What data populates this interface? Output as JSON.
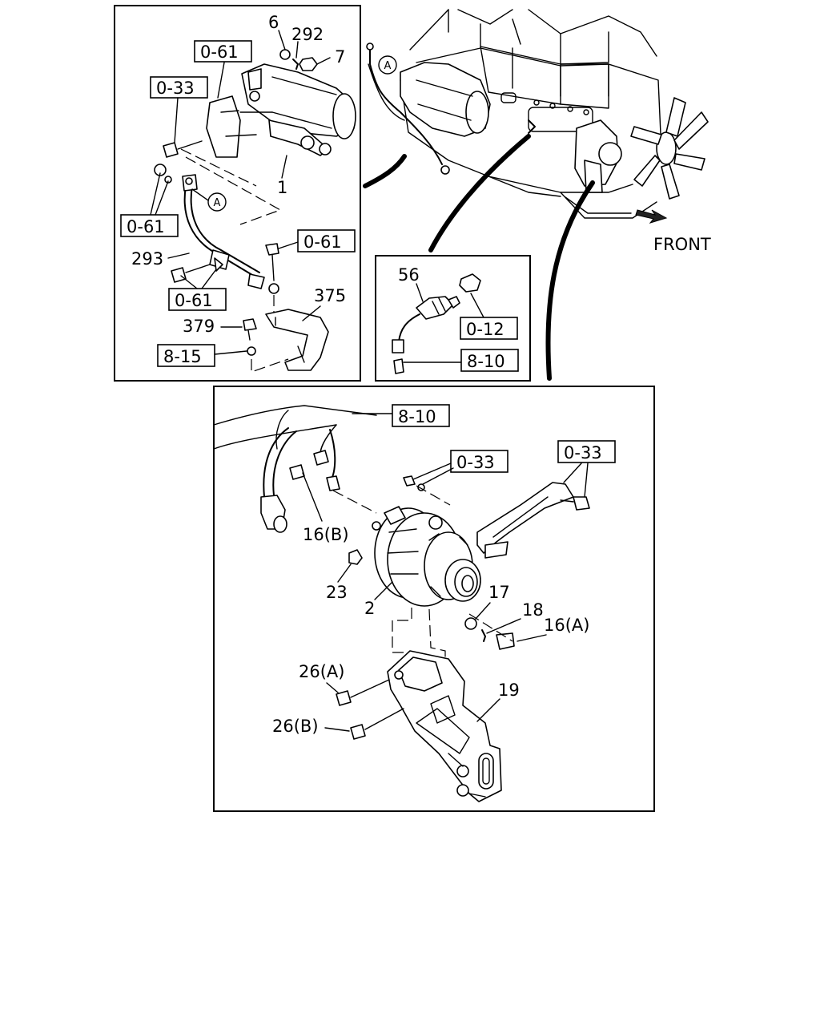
{
  "labels": {
    "part_6": "6",
    "part_292": "292",
    "part_7": "7",
    "part_1": "1",
    "part_293": "293",
    "part_375": "375",
    "part_379": "379",
    "part_56": "56",
    "part_16b": "16(B)",
    "part_23": "23",
    "part_2": "2",
    "part_17": "17",
    "part_18": "18",
    "part_16a": "16(A)",
    "part_26a": "26(A)",
    "part_26b": "26(B)",
    "part_19": "19"
  },
  "refs": {
    "ref_061_top": "0-61",
    "ref_033_left": "0-33",
    "ref_061_left": "0-61",
    "ref_061_right": "0-61",
    "ref_061_bottom": "0-61",
    "ref_815": "8-15",
    "ref_012": "0-12",
    "ref_810_small": "8-10",
    "ref_810_main": "8-10",
    "ref_033_mid": "0-33",
    "ref_033_right": "0-33"
  },
  "markers": {
    "circle_a_top": "A",
    "circle_a_left": "A"
  },
  "direction_label": "FRONT",
  "icons": {
    "front_arrow": "arrow-right-down-icon"
  }
}
